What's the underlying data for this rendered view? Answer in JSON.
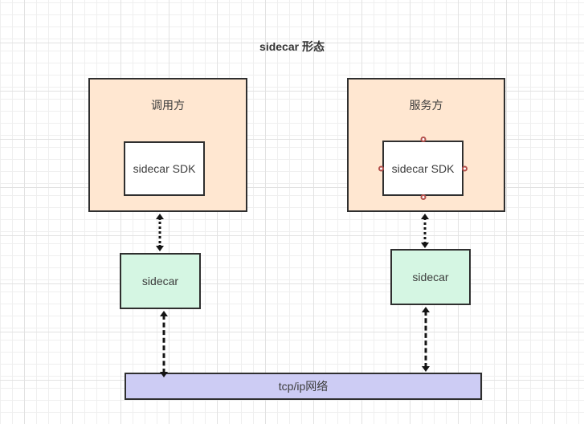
{
  "diagram": {
    "title": "sidecar 形态",
    "caller": {
      "label": "调用方",
      "sdk_label": "sidecar SDK"
    },
    "provider": {
      "label": "服务方",
      "sdk_label": "sidecar SDK"
    },
    "caller_sidecar": {
      "label": "sidecar"
    },
    "provider_sidecar": {
      "label": "sidecar"
    },
    "network": {
      "label": "tcp/ip网络"
    },
    "colors": {
      "container_fill": "#ffe7d1",
      "sdk_fill": "#ffffff",
      "sidecar_fill": "#d5f6e3",
      "network_fill": "#cdccf4",
      "shape_border": "#2f2f2f",
      "arrow": "#141414",
      "connection_handle_stroke": "#b3504c",
      "grid_minor": "#efefef",
      "grid_major": "#e2e2e2"
    }
  }
}
